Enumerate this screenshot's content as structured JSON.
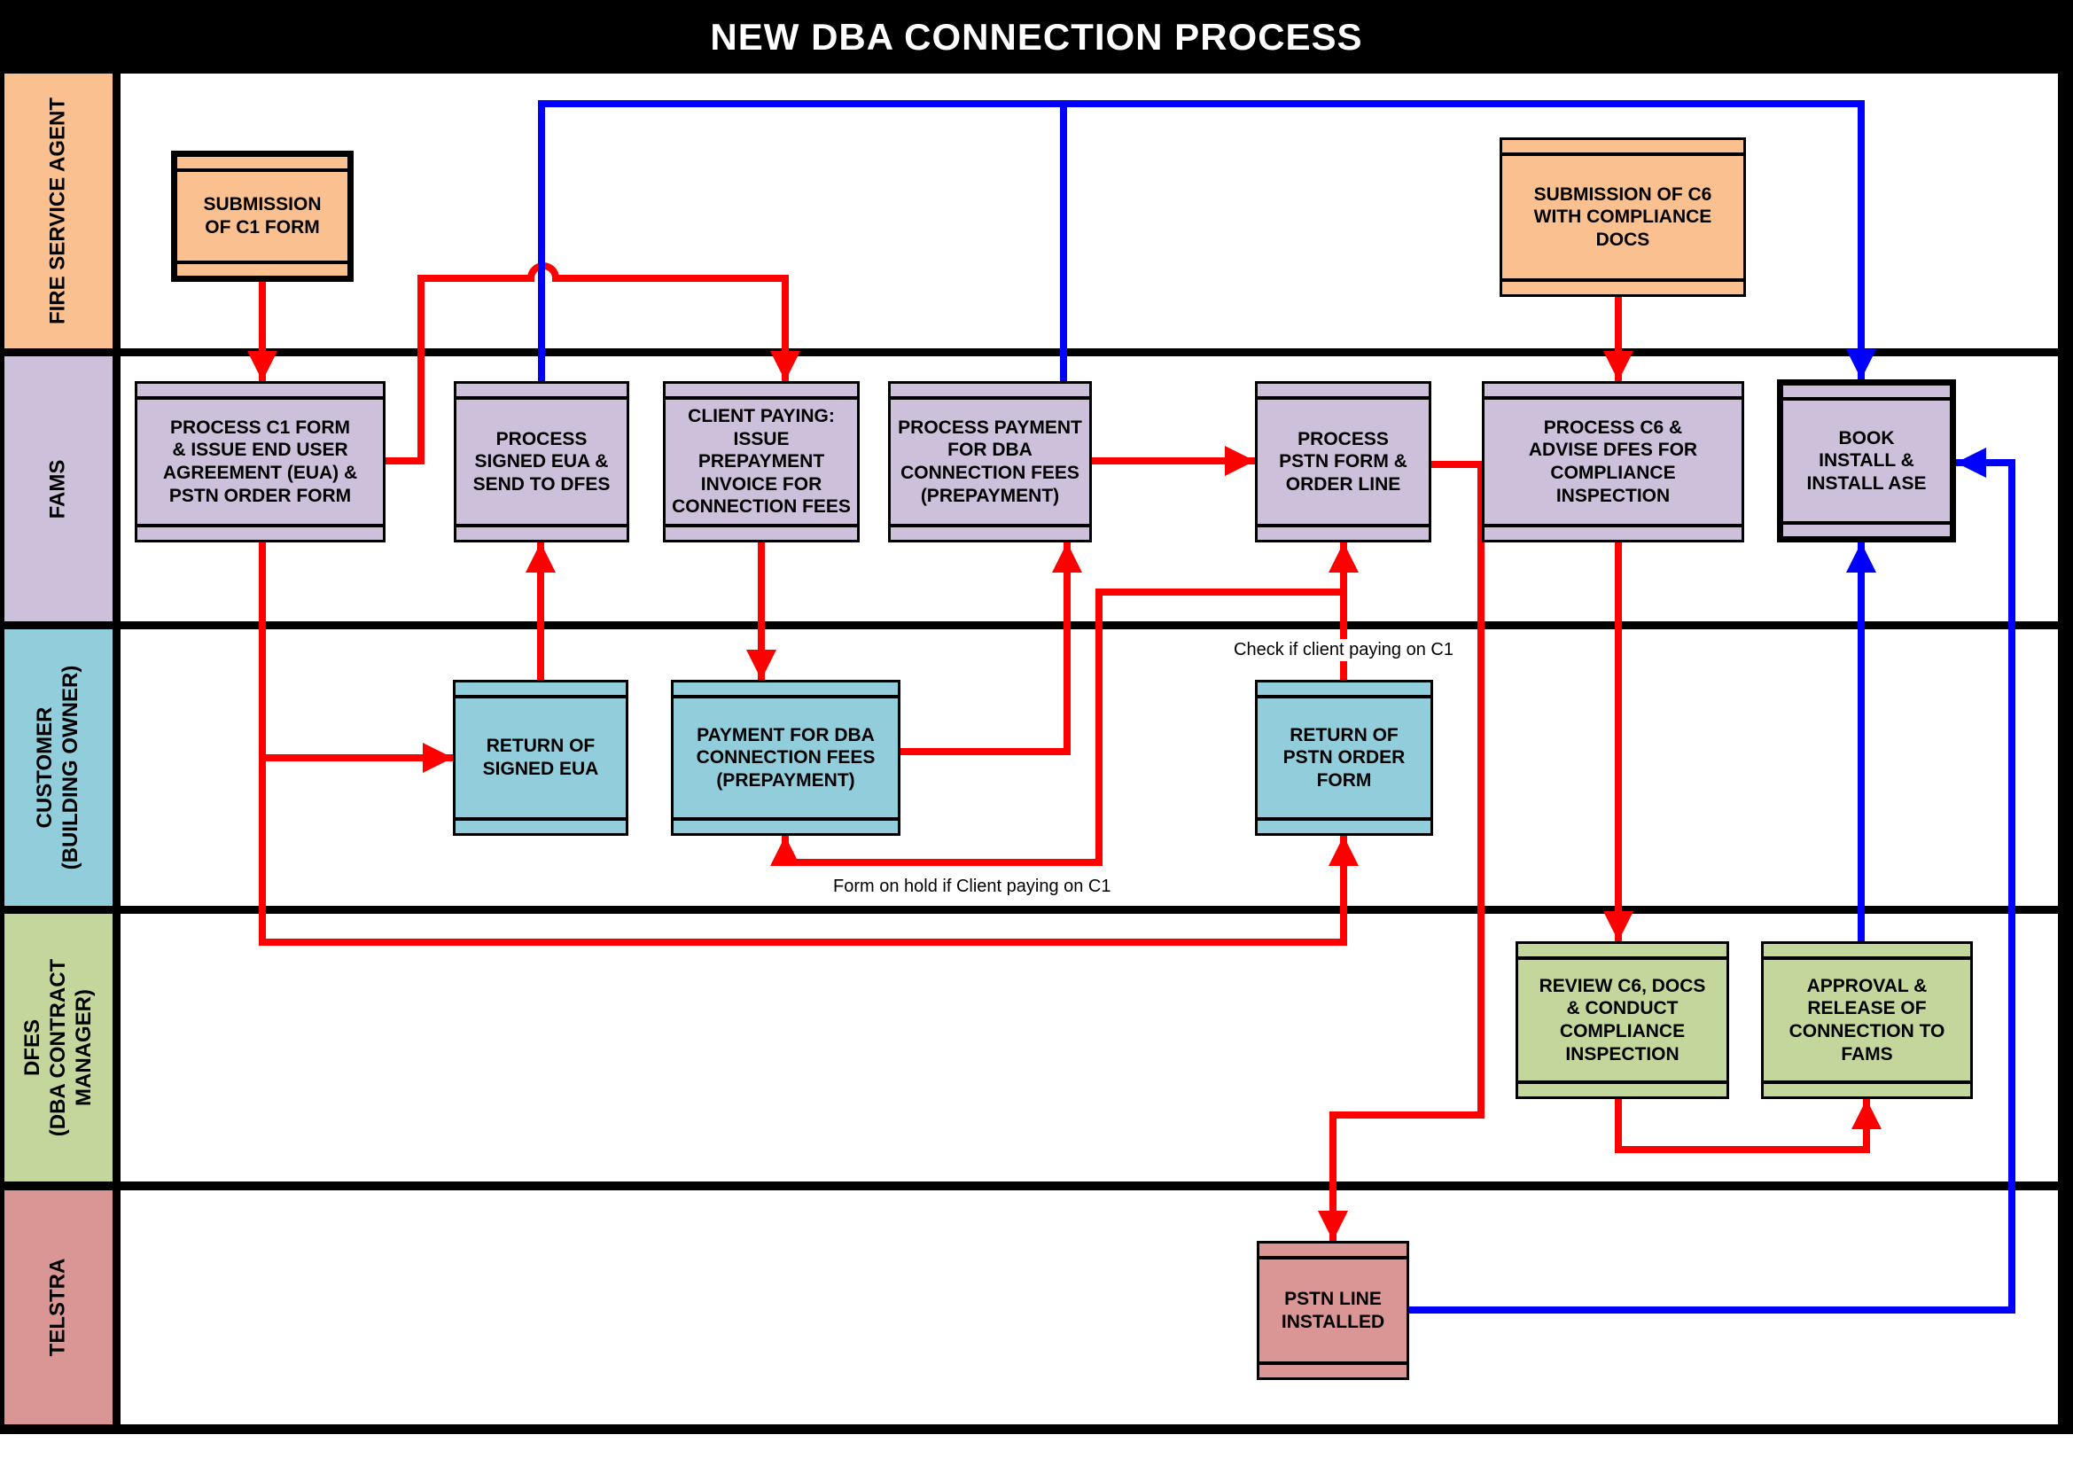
{
  "title": "NEW DBA CONNECTION PROCESS",
  "colors": {
    "flow_red": "#FF0000",
    "flow_blue": "#0000FF",
    "lane_fire_service_agent": "#FAC090",
    "lane_fams": "#CCC0DA",
    "lane_customer": "#92CDDC",
    "lane_dfes": "#C3D69B",
    "lane_telstra": "#D99694",
    "border": "#000000"
  },
  "lanes": [
    {
      "id": "fire_service_agent",
      "label": "FIRE SERVICE AGENT"
    },
    {
      "id": "fams",
      "label": "FAMS"
    },
    {
      "id": "customer",
      "label": "CUSTOMER\n(BUILDING OWNER)"
    },
    {
      "id": "dfes",
      "label": "DFES\n(DBA CONTRACT\nMANAGER)"
    },
    {
      "id": "telstra",
      "label": "TELSTRA"
    }
  ],
  "nodes": {
    "submission_c1": {
      "lane": "fire_service_agent",
      "label": "SUBMISSION\nOF C1 FORM"
    },
    "submission_c6": {
      "lane": "fire_service_agent",
      "label": "SUBMISSION OF C6\nWITH COMPLIANCE\nDOCS"
    },
    "process_c1_form": {
      "lane": "fams",
      "label": "PROCESS C1 FORM\n& ISSUE END USER\nAGREEMENT (EUA) &\nPSTN ORDER FORM"
    },
    "process_signed_eua": {
      "lane": "fams",
      "label": "PROCESS\nSIGNED EUA &\nSEND TO DFES"
    },
    "client_paying": {
      "lane": "fams",
      "label": "CLIENT PAYING:\nISSUE PREPAYMENT\nINVOICE FOR\nCONNECTION FEES"
    },
    "process_payment": {
      "lane": "fams",
      "label": "PROCESS PAYMENT\nFOR DBA\nCONNECTION FEES\n(PREPAYMENT)"
    },
    "process_pstn_form": {
      "lane": "fams",
      "label": "PROCESS\nPSTN FORM &\nORDER LINE"
    },
    "process_c6": {
      "lane": "fams",
      "label": "PROCESS C6 &\nADVISE DFES FOR\nCOMPLIANCE\nINSPECTION"
    },
    "book_install": {
      "lane": "fams",
      "label": "BOOK\nINSTALL &\nINSTALL ASE"
    },
    "return_signed_eua": {
      "lane": "customer",
      "label": "RETURN OF\nSIGNED EUA"
    },
    "payment_dba_fees": {
      "lane": "customer",
      "label": "PAYMENT FOR DBA\nCONNECTION FEES\n(PREPAYMENT)"
    },
    "return_pstn_form": {
      "lane": "customer",
      "label": "RETURN OF\nPSTN ORDER\nFORM"
    },
    "review_c6": {
      "lane": "dfes",
      "label": "REVIEW C6, DOCS\n& CONDUCT\nCOMPLIANCE\nINSPECTION"
    },
    "approval_release": {
      "lane": "dfes",
      "label": "APPROVAL &\nRELEASE OF\nCONNECTION TO\nFAMS"
    },
    "pstn_line_installed": {
      "lane": "telstra",
      "label": "PSTN LINE\nINSTALLED"
    }
  },
  "annotations": {
    "check_if_paying": "Check if client paying on C1",
    "form_on_hold": "Form on hold if Client paying on C1"
  },
  "edges": [
    {
      "from": "submission_c1",
      "to": "process_c1_form",
      "color": "red"
    },
    {
      "from": "process_c1_form",
      "to": "client_paying",
      "color": "red"
    },
    {
      "from": "process_c1_form",
      "to": "return_signed_eua",
      "color": "red"
    },
    {
      "from": "process_c1_form",
      "to": "return_pstn_form",
      "color": "red"
    },
    {
      "from": "return_signed_eua",
      "to": "process_signed_eua",
      "color": "red"
    },
    {
      "from": "client_paying",
      "to": "payment_dba_fees",
      "color": "red"
    },
    {
      "from": "payment_dba_fees",
      "to": "process_payment",
      "color": "red"
    },
    {
      "from": "process_payment",
      "to": "process_pstn_form",
      "color": "red"
    },
    {
      "from": "return_pstn_form",
      "to": "process_pstn_form",
      "color": "red",
      "label": "Check if client paying on C1"
    },
    {
      "from": "return_pstn_form",
      "to": "payment_dba_fees",
      "color": "red",
      "label": "Form on hold if Client paying on C1"
    },
    {
      "from": "process_pstn_form",
      "to": "pstn_line_installed",
      "color": "red"
    },
    {
      "from": "submission_c6",
      "to": "process_c6",
      "color": "red"
    },
    {
      "from": "process_c6",
      "to": "review_c6",
      "color": "red"
    },
    {
      "from": "review_c6",
      "to": "approval_release",
      "color": "red"
    },
    {
      "from": "process_signed_eua",
      "to": "book_install",
      "color": "blue"
    },
    {
      "from": "process_payment",
      "to": "book_install",
      "color": "blue"
    },
    {
      "from": "approval_release",
      "to": "book_install",
      "color": "blue"
    },
    {
      "from": "pstn_line_installed",
      "to": "book_install",
      "color": "blue"
    }
  ]
}
